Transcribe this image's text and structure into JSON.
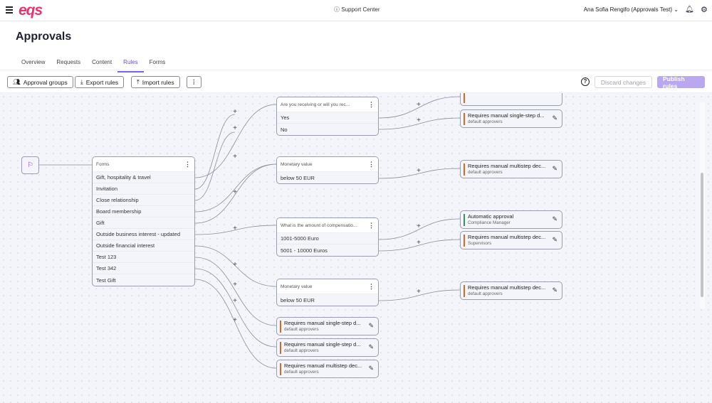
{
  "header": {
    "logo": "eqs",
    "support": "Support Center",
    "user": "Ana Sofia Rengifo (Approvals Test)"
  },
  "page": {
    "title": "Approvals"
  },
  "tabs": [
    {
      "label": "Overview"
    },
    {
      "label": "Requests"
    },
    {
      "label": "Content"
    },
    {
      "label": "Rules",
      "active": true
    },
    {
      "label": "Forms"
    }
  ],
  "toolbar": {
    "approval_groups": "Approval groups",
    "export": "Export rules",
    "import": "Import rules",
    "discard": "Discard changes",
    "publish": "Publish rules",
    "help": "?"
  },
  "colors": {
    "accent": "#7b61e0",
    "brand": "#e8336d",
    "manual": "#d4682c",
    "automatic": "#2e9a4f"
  },
  "forms_node": {
    "title": "Forms",
    "items": [
      "Gift, hospitality & travel",
      "Invitation",
      "Close relationship",
      "Board membership",
      "Gift",
      "Outside business interest - updated",
      "Outside financial interest",
      "Test 123",
      "Test 342",
      "Test Gift"
    ]
  },
  "questions": [
    {
      "title": "Are you receiving or will you rec...",
      "options": [
        "Yes",
        "No"
      ]
    },
    {
      "title": "Monetary value",
      "options": [
        "below 50 EUR"
      ]
    },
    {
      "title": "What is the amount of compensatio...",
      "options": [
        "1001-5000 Euro",
        "5001 - 10000 Euros"
      ]
    },
    {
      "title": "Monetary value",
      "options": [
        "below 50 EUR"
      ]
    }
  ],
  "outcomes": [
    {
      "title": "Requires manual single-step d...",
      "sub": "default approvers",
      "type": "manual"
    },
    {
      "title": "Requires manual multistep dec...",
      "sub": "default approvers",
      "type": "manual"
    },
    {
      "title": "Automatic approval",
      "sub": "Compliance Manager",
      "type": "automatic"
    },
    {
      "title": "Requires manual multistep dec...",
      "sub": "Supervisors",
      "type": "manual"
    },
    {
      "title": "Requires manual multistep dec...",
      "sub": "default approvers",
      "type": "manual"
    },
    {
      "title": "Requires manual single-step d...",
      "sub": "default approvers",
      "type": "manual"
    },
    {
      "title": "Requires manual single-step d...",
      "sub": "default approvers",
      "type": "manual"
    },
    {
      "title": "Requires manual multistep dec...",
      "sub": "default approvers",
      "type": "manual"
    }
  ]
}
